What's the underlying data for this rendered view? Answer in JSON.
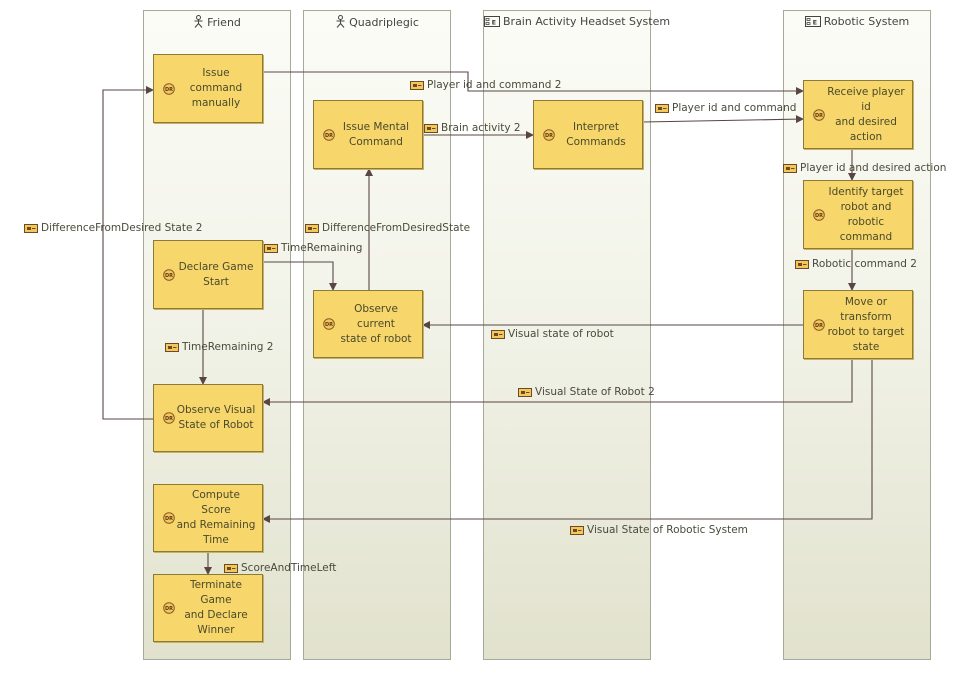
{
  "lanes": [
    {
      "id": "friend",
      "title": "Friend",
      "icon": "actor-icon"
    },
    {
      "id": "quad",
      "title": "Quadriplegic",
      "icon": "actor-icon"
    },
    {
      "id": "bahs",
      "title": "Brain Activity Headset System",
      "icon": "system-component-icon"
    },
    {
      "id": "robotic",
      "title": "Robotic System",
      "icon": "system-component-icon"
    }
  ],
  "functions": [
    {
      "id": "issue_manual",
      "label": "Issue command\nmanually"
    },
    {
      "id": "declare_start",
      "label": "Declare Game Start"
    },
    {
      "id": "observe_visual",
      "label": "Observe Visual\nState of Robot"
    },
    {
      "id": "compute_score",
      "label": "Compute Score\nand Remaining\nTime"
    },
    {
      "id": "terminate",
      "label": "Terminate Game\nand Declare\nWinner"
    },
    {
      "id": "issue_mental",
      "label": "Issue Mental\nCommand"
    },
    {
      "id": "observe_current",
      "label": "Observe current\nstate of robot"
    },
    {
      "id": "interpret",
      "label": "Interpret\nCommands"
    },
    {
      "id": "receive",
      "label": "Receive player id\nand desired action"
    },
    {
      "id": "identify",
      "label": "Identify target\nrobot and robotic\ncommand"
    },
    {
      "id": "move",
      "label": "Move or transform\nrobot to target\nstate"
    }
  ],
  "exchanges": [
    {
      "id": "pic2",
      "label": "Player id and command 2"
    },
    {
      "id": "pic",
      "label": "Player id and command"
    },
    {
      "id": "ba2",
      "label": "Brain activity 2"
    },
    {
      "id": "pida",
      "label": "Player id and desired action"
    },
    {
      "id": "dfds2",
      "label": "DifferenceFromDesired State 2"
    },
    {
      "id": "dfds",
      "label": "DifferenceFromDesiredState"
    },
    {
      "id": "tr",
      "label": "TimeRemaining"
    },
    {
      "id": "rc2",
      "label": "Robotic command 2"
    },
    {
      "id": "vsr",
      "label": "Visual state of robot"
    },
    {
      "id": "tr2",
      "label": "TimeRemaining 2"
    },
    {
      "id": "vsr2",
      "label": "Visual State of Robot 2"
    },
    {
      "id": "vsrs",
      "label": "Visual State of Robotic System"
    },
    {
      "id": "stl",
      "label": "ScoreAndTimeLeft"
    }
  ],
  "colors": {
    "function_fill": "#f7d66c",
    "function_border": "#8a7a3c",
    "edge": "#5a4545",
    "lane_border": "#a7aa99"
  },
  "icons": {
    "function": "functional-activity-icon",
    "exchange": "functional-exchange-icon"
  }
}
